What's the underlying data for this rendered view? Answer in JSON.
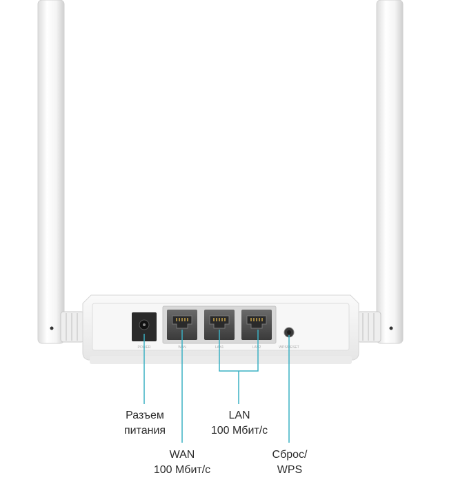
{
  "port_labels": {
    "power": "POWER",
    "wan": "WAN",
    "lan1": "LAN1",
    "lan2": "LAN2",
    "reset": "WPS/RESET"
  },
  "callouts": {
    "power": {
      "line1": "Разъем",
      "line2": "питания"
    },
    "lan": {
      "line1": "LAN",
      "line2": "100 Мбит/с"
    },
    "wan": {
      "line1": "WAN",
      "line2": "100 Мбит/с"
    },
    "reset": {
      "line1": "Сброс/",
      "line2": "WPS"
    }
  },
  "colors": {
    "leader_line": "#3ab0c3",
    "router_body": "#f3f3f3",
    "port_panel": "#d8d8d8"
  }
}
